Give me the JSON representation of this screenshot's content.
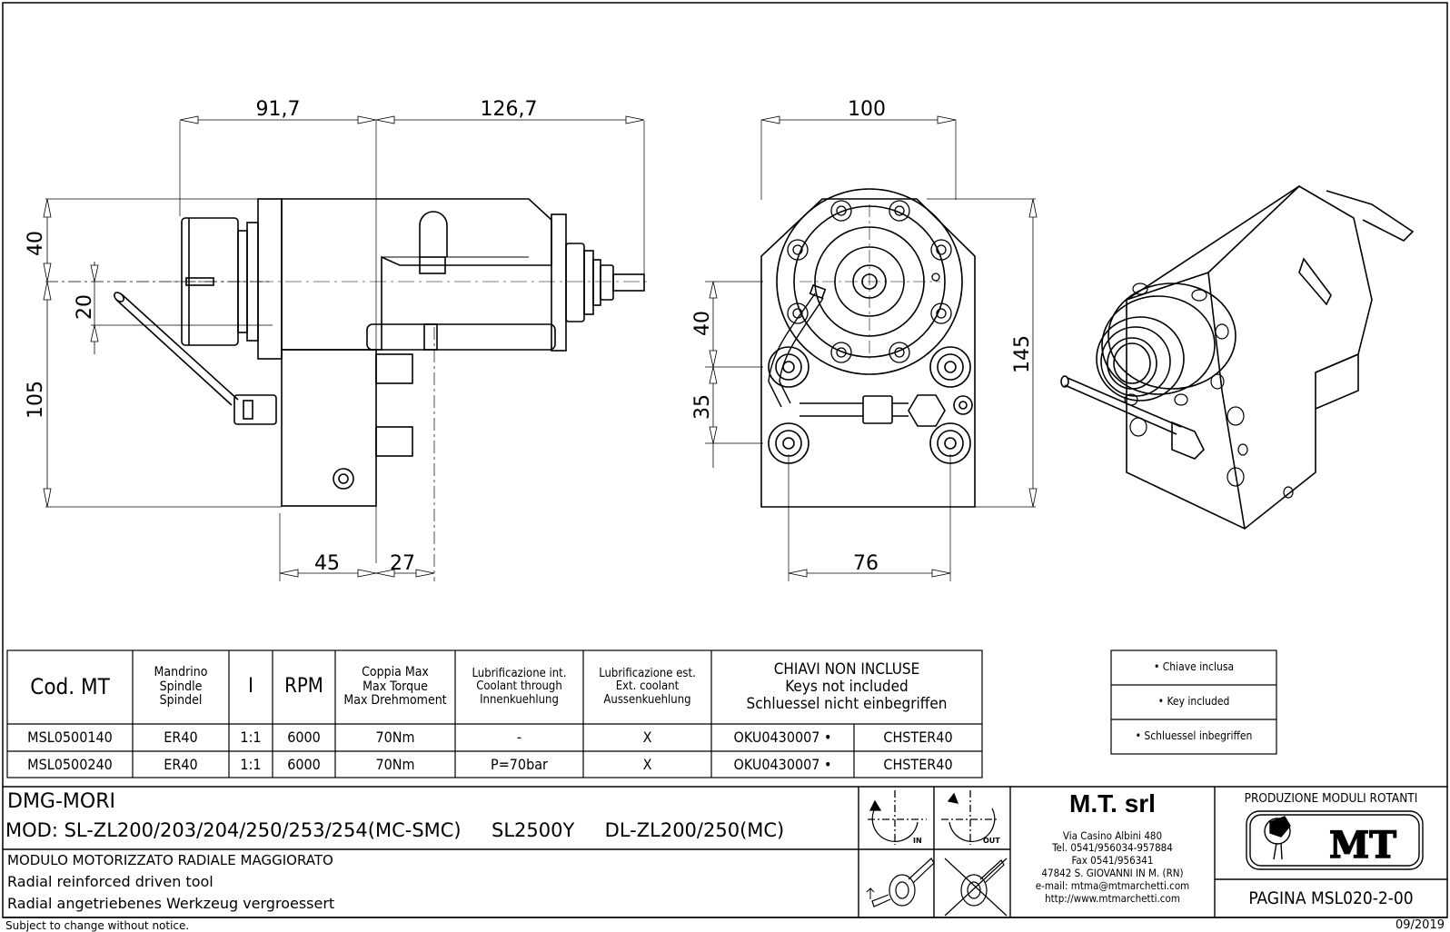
{
  "drawing": {
    "dims_side": {
      "d91": "91,7",
      "d126": "126,7",
      "d40": "40",
      "d20": "20",
      "d105": "105",
      "d45": "45",
      "d27": "27"
    },
    "dims_front": {
      "d100": "100",
      "d145": "145",
      "d40": "40",
      "d35": "35",
      "d76": "76"
    }
  },
  "table": {
    "headers": {
      "code": "Cod. MT",
      "spindle": "Mandrino\nSpindle\nSpindel",
      "ratio": "I",
      "rpm": "RPM",
      "torque": "Coppia Max\nMax Torque\nMax Drehmoment",
      "lub_int": "Lubrificazione int.\nCoolant through\nInnenkuehlung",
      "lub_ext": "Lubrificazione est.\nExt. coolant\nAussenkuehlung",
      "keys": "CHIAVI NON INCLUSE\nKeys not included\nSchluessel nicht einbegriffen"
    },
    "rows": [
      {
        "code": "MSL0500140",
        "spindle": "ER40",
        "ratio": "1:1",
        "rpm": "6000",
        "torque": "70Nm",
        "lub_int": "-",
        "lub_ext": "X",
        "key1": "OKU0430007 •",
        "key2": "CHSTER40"
      },
      {
        "code": "MSL0500240",
        "spindle": "ER40",
        "ratio": "1:1",
        "rpm": "6000",
        "torque": "70Nm",
        "lub_int": "P=70bar",
        "lub_ext": "X",
        "key1": "OKU0430007 •",
        "key2": "CHSTER40"
      }
    ]
  },
  "legend": [
    "• Chiave inclusa",
    "• Key included",
    "• Schluessel inbegriffen"
  ],
  "title_block": {
    "machine": "DMG-MORI",
    "models": "MOD: SL-ZL200/203/204/250/253/254(MC-SMC)     SL2500Y     DL-ZL200/250(MC)",
    "desc_it": "MODULO MOTORIZZATO RADIALE MAGGIORATO",
    "desc_en": "Radial reinforced driven tool",
    "desc_de": "Radial angetriebenes Werkzeug vergroessert",
    "rot_in": "IN",
    "rot_out": "OUT",
    "company": "M.T. srl",
    "address": "Via Casino Albini 480\nTel. 0541/956034-957884\nFax 0541/956341\n47842 S. GIOVANNI IN M. (RN)\ne-mail: mtma@mtmarchetti.com\nhttp://www.mtmarchetti.com",
    "production": "PRODUZIONE MODULI ROTANTI",
    "logo_text": "MT",
    "page": "PAGINA MSL020-2-00"
  },
  "footer": {
    "notice": "Subject to change without notice.",
    "date": "09/2019"
  }
}
